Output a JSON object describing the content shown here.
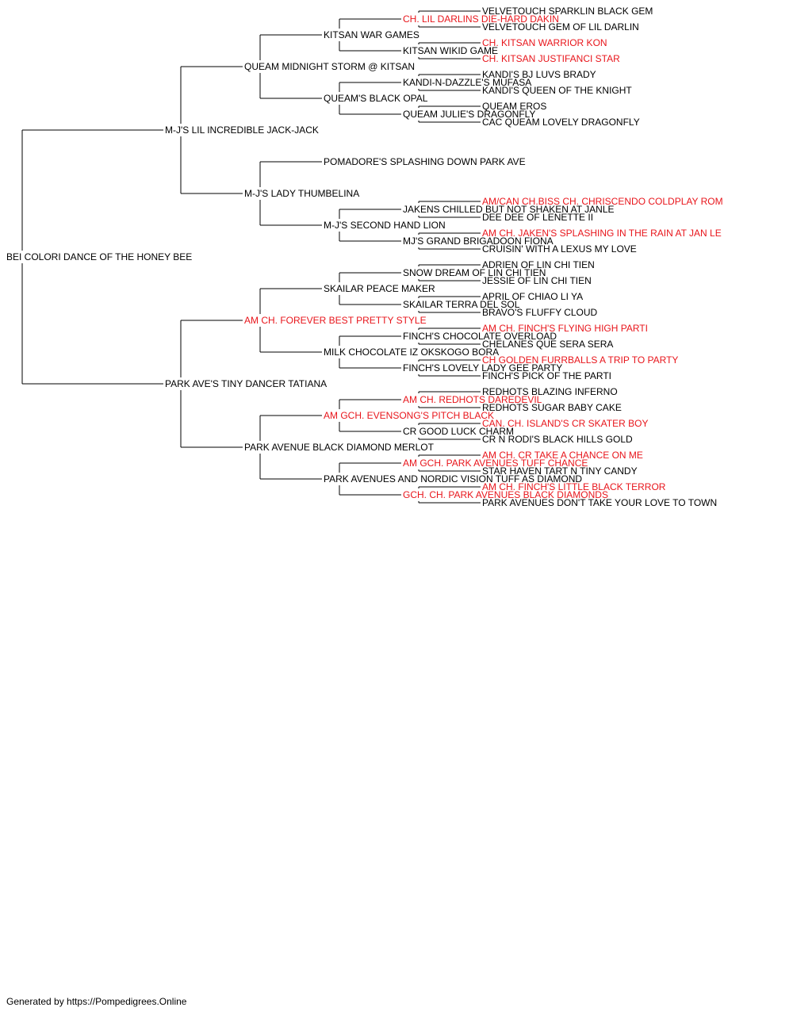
{
  "colors": {
    "champion": "#e8151b",
    "normal": "#000000",
    "lines": "#000000"
  },
  "pedigree": {
    "name": "BEI COLORI DANCE OF THE HONEY BEE",
    "children": [
      {
        "name": "M-J'S LIL INCREDIBLE JACK-JACK",
        "children": [
          {
            "name": "QUEAM MIDNIGHT STORM @ KITSAN",
            "children": [
              {
                "name": "KITSAN WAR GAMES",
                "children": [
                  {
                    "name": "CH. LIL DARLINS DIE-HARD DAKIN",
                    "champion": true,
                    "children": [
                      {
                        "name": "VELVETOUCH SPARKLIN BLACK GEM"
                      },
                      {
                        "name": "VELVETOUCH GEM OF LIL DARLIN"
                      }
                    ]
                  },
                  {
                    "name": "KITSAN WIKID GAME",
                    "children": [
                      {
                        "name": "CH. KITSAN WARRIOR KON",
                        "champion": true
                      },
                      {
                        "name": "CH. KITSAN JUSTIFANCI STAR",
                        "champion": true
                      }
                    ]
                  }
                ]
              },
              {
                "name": "QUEAM'S BLACK OPAL",
                "children": [
                  {
                    "name": "KANDI-N-DAZZLE'S MUFASA",
                    "children": [
                      {
                        "name": "KANDI'S BJ LUVS BRADY"
                      },
                      {
                        "name": "KANDI'S QUEEN OF THE KNIGHT"
                      }
                    ]
                  },
                  {
                    "name": "QUEAM JULIE'S DRAGONFLY",
                    "children": [
                      {
                        "name": "QUEAM EROS"
                      },
                      {
                        "name": "CAC QUEAM LOVELY DRAGONFLY"
                      }
                    ]
                  }
                ]
              }
            ]
          },
          {
            "name": "M-J'S LADY THUMBELINA",
            "children": [
              {
                "name": "POMADORE'S SPLASHING DOWN PARK AVE"
              },
              {
                "name": "M-J'S SECOND HAND LION",
                "children": [
                  {
                    "name": "JAKENS CHILLED BUT NOT SHAKEN AT JANLE",
                    "children": [
                      {
                        "name": "AM/CAN CH.BISS CH. CHRISCENDO COLDPLAY ROM",
                        "champion": true
                      },
                      {
                        "name": "DEE DEE OF LENETTE II"
                      }
                    ]
                  },
                  {
                    "name": "MJ'S GRAND BRIGADOON FIONA",
                    "children": [
                      {
                        "name": "AM CH. JAKEN'S SPLASHING IN THE RAIN AT JAN LE",
                        "champion": true
                      },
                      {
                        "name": "CRUISIN' WITH A LEXUS MY LOVE"
                      }
                    ]
                  }
                ]
              }
            ]
          }
        ]
      },
      {
        "name": "PARK AVE'S TINY DANCER TATIANA",
        "children": [
          {
            "name": "AM CH. FOREVER BEST PRETTY STYLE",
            "champion": true,
            "children": [
              {
                "name": "SKAILAR PEACE MAKER",
                "children": [
                  {
                    "name": "SNOW DREAM OF LIN CHI TIEN",
                    "children": [
                      {
                        "name": "ADRIEN OF LIN CHI TIEN"
                      },
                      {
                        "name": "JESSIE OF LIN CHI TIEN"
                      }
                    ]
                  },
                  {
                    "name": "SKAILAR TERRA DEL SOL",
                    "children": [
                      {
                        "name": "APRIL OF CHIAO LI YA"
                      },
                      {
                        "name": "BRAVO'S FLUFFY CLOUD"
                      }
                    ]
                  }
                ]
              },
              {
                "name": "MILK CHOCOLATE IZ OKSKOGO BORA",
                "children": [
                  {
                    "name": "FINCH'S CHOCOLATE OVERLOAD",
                    "children": [
                      {
                        "name": "AM CH. FINCH'S FLYING HIGH PARTI",
                        "champion": true
                      },
                      {
                        "name": "CHELANES QUE SERA SERA"
                      }
                    ]
                  },
                  {
                    "name": "FINCH'S LOVELY LADY GEE PARTY",
                    "children": [
                      {
                        "name": "CH GOLDEN FURRBALLS A TRIP TO PARTY",
                        "champion": true
                      },
                      {
                        "name": "FINCH'S PICK OF THE PARTI"
                      }
                    ]
                  }
                ]
              }
            ]
          },
          {
            "name": "PARK AVENUE BLACK DIAMOND MERLOT",
            "children": [
              {
                "name": "AM GCH. EVENSONG'S PITCH BLACK",
                "champion": true,
                "children": [
                  {
                    "name": "AM CH. REDHOTS DAREDEVIL",
                    "champion": true,
                    "children": [
                      {
                        "name": "REDHOTS BLAZING INFERNO"
                      },
                      {
                        "name": "REDHOTS SUGAR BABY CAKE"
                      }
                    ]
                  },
                  {
                    "name": "CR GOOD LUCK CHARM",
                    "children": [
                      {
                        "name": "CAN. CH. ISLAND'S CR SKATER BOY",
                        "champion": true
                      },
                      {
                        "name": "CR N RODI'S BLACK HILLS GOLD"
                      }
                    ]
                  }
                ]
              },
              {
                "name": "PARK AVENUES AND NORDIC VISION TUFF AS DIAMOND",
                "children": [
                  {
                    "name": "AM GCH. PARK AVENUES TUFF CHANCE",
                    "champion": true,
                    "children": [
                      {
                        "name": "AM CH. CR TAKE A CHANCE ON ME",
                        "champion": true
                      },
                      {
                        "name": "STAR HAVEN TART N TINY CANDY"
                      }
                    ]
                  },
                  {
                    "name": "GCH. CH. PARK AVENUES BLACK DIAMONDS",
                    "champion": true,
                    "children": [
                      {
                        "name": "AM CH. FINCH'S LITTLE BLACK TERROR",
                        "champion": true
                      },
                      {
                        "name": "PARK AVENUES DON'T TAKE YOUR LOVE TO TOWN"
                      }
                    ]
                  }
                ]
              }
            ]
          }
        ]
      }
    ]
  },
  "footer": "Generated by https://Pompedigrees.Online"
}
